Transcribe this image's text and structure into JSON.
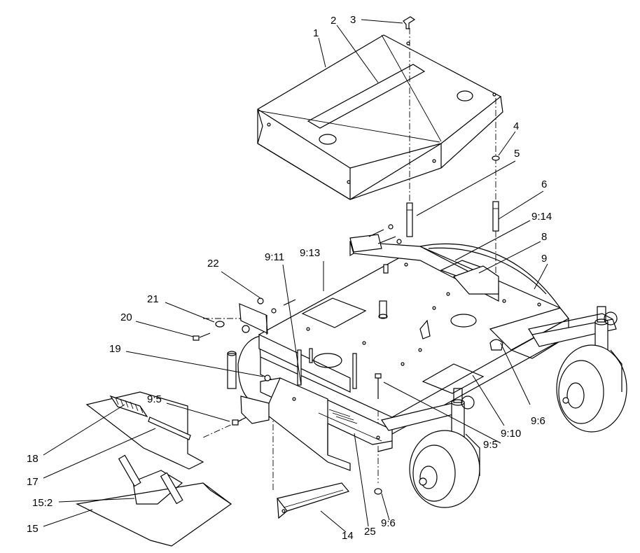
{
  "callouts": {
    "c1": "1",
    "c2": "2",
    "c3": "3",
    "c4": "4",
    "c5": "5",
    "c6": "6",
    "c8": "8",
    "c9": "9",
    "c9_14": "9:14",
    "c9_13": "9:13",
    "c9_11": "9:11",
    "c22": "22",
    "c21": "21",
    "c20": "20",
    "c19": "19",
    "c9_5a": "9:5",
    "c9_5b": "9:5",
    "c9_6a": "9:6",
    "c9_6b": "9:6",
    "c9_10": "9:10",
    "c18": "18",
    "c17": "17",
    "c15_2": "15:2",
    "c15": "15",
    "c14": "14",
    "c25": "25"
  }
}
